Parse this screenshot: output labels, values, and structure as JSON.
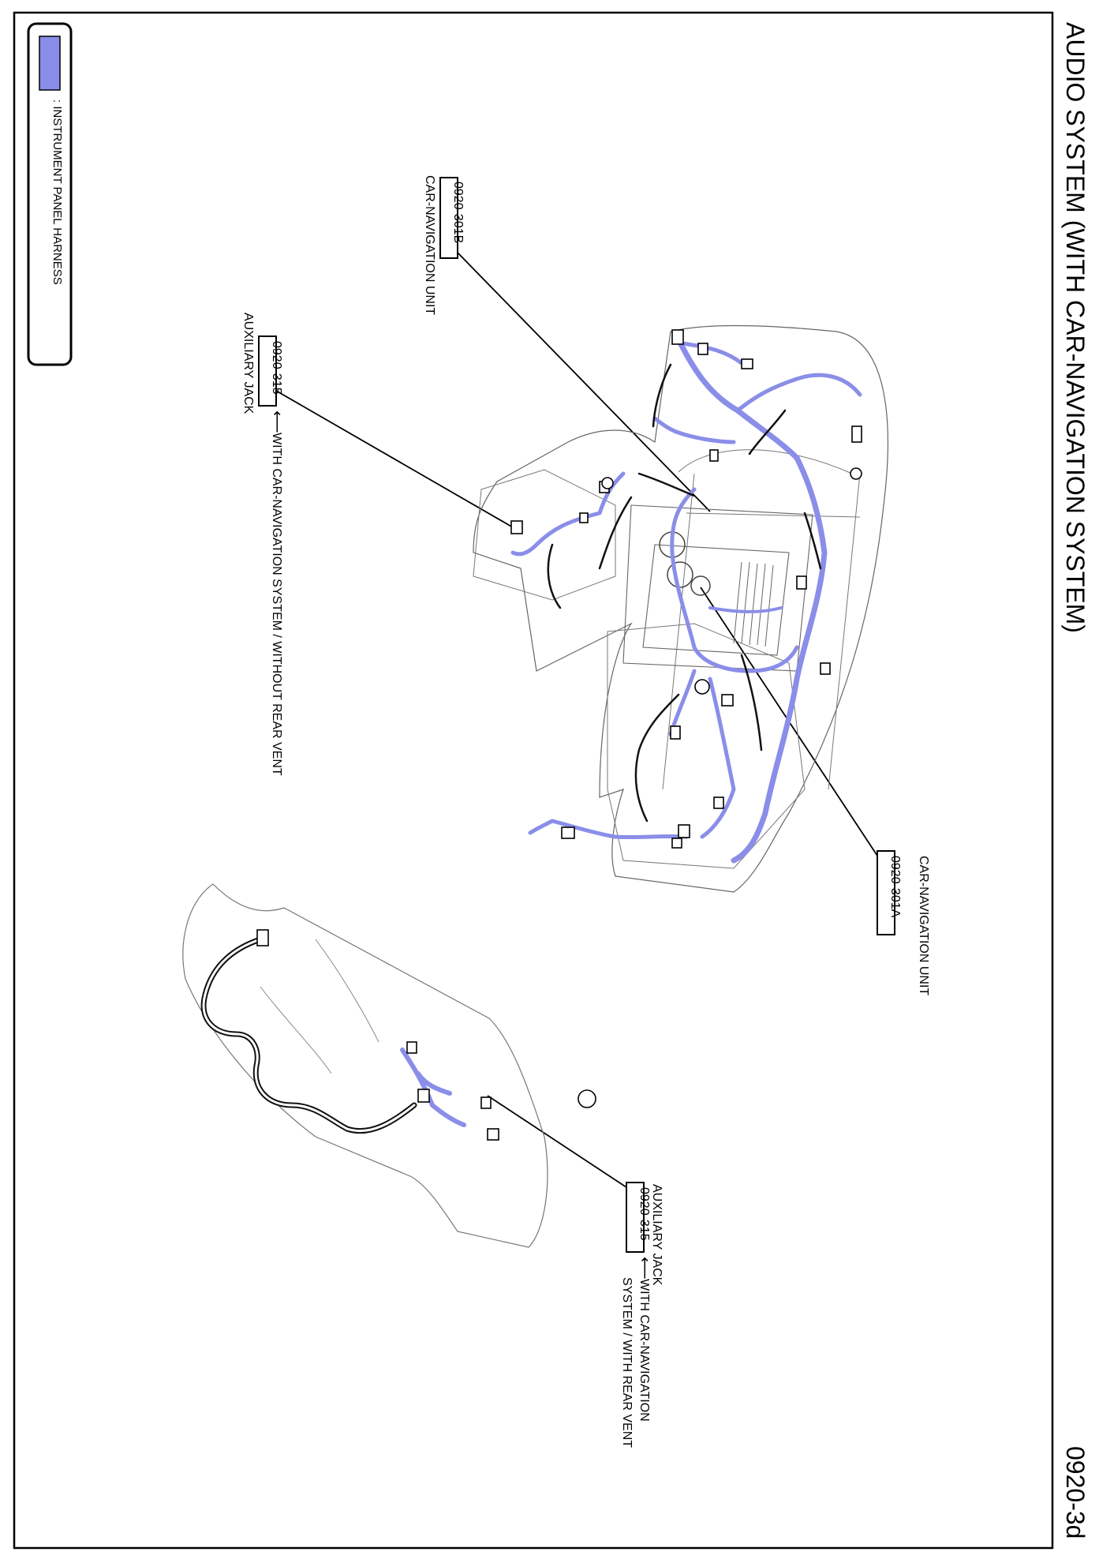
{
  "page": {
    "title": "AUDIO SYSTEM (WITH CAR-NAVIGATION SYSTEM)",
    "page_number": "0920-3d"
  },
  "legend": {
    "label": ": INSTRUMENT PANEL HARNESS",
    "swatch_color": "#8a8ee8"
  },
  "callouts": {
    "nav_unit_b": {
      "code": "0920-301B",
      "name": "CAR-NAVIGATION UNIT"
    },
    "aux_jack_front": {
      "code": "0920-315",
      "note": "WITH CAR-NAVIGATION SYSTEM / WITHOUT REAR VENT",
      "name": "AUXILIARY JACK"
    },
    "nav_unit_a": {
      "code": "0920-301A",
      "name": "CAR-NAVIGATION UNIT"
    },
    "aux_jack_rear": {
      "name": "AUXILIARY JACK",
      "code": "0920-315",
      "note_line1": "WITH CAR-NAVIGATION",
      "note_line2": "SYSTEM / WITH REAR VENT"
    }
  },
  "colors": {
    "harness": "#8a8ee8",
    "outline": "#000000"
  }
}
